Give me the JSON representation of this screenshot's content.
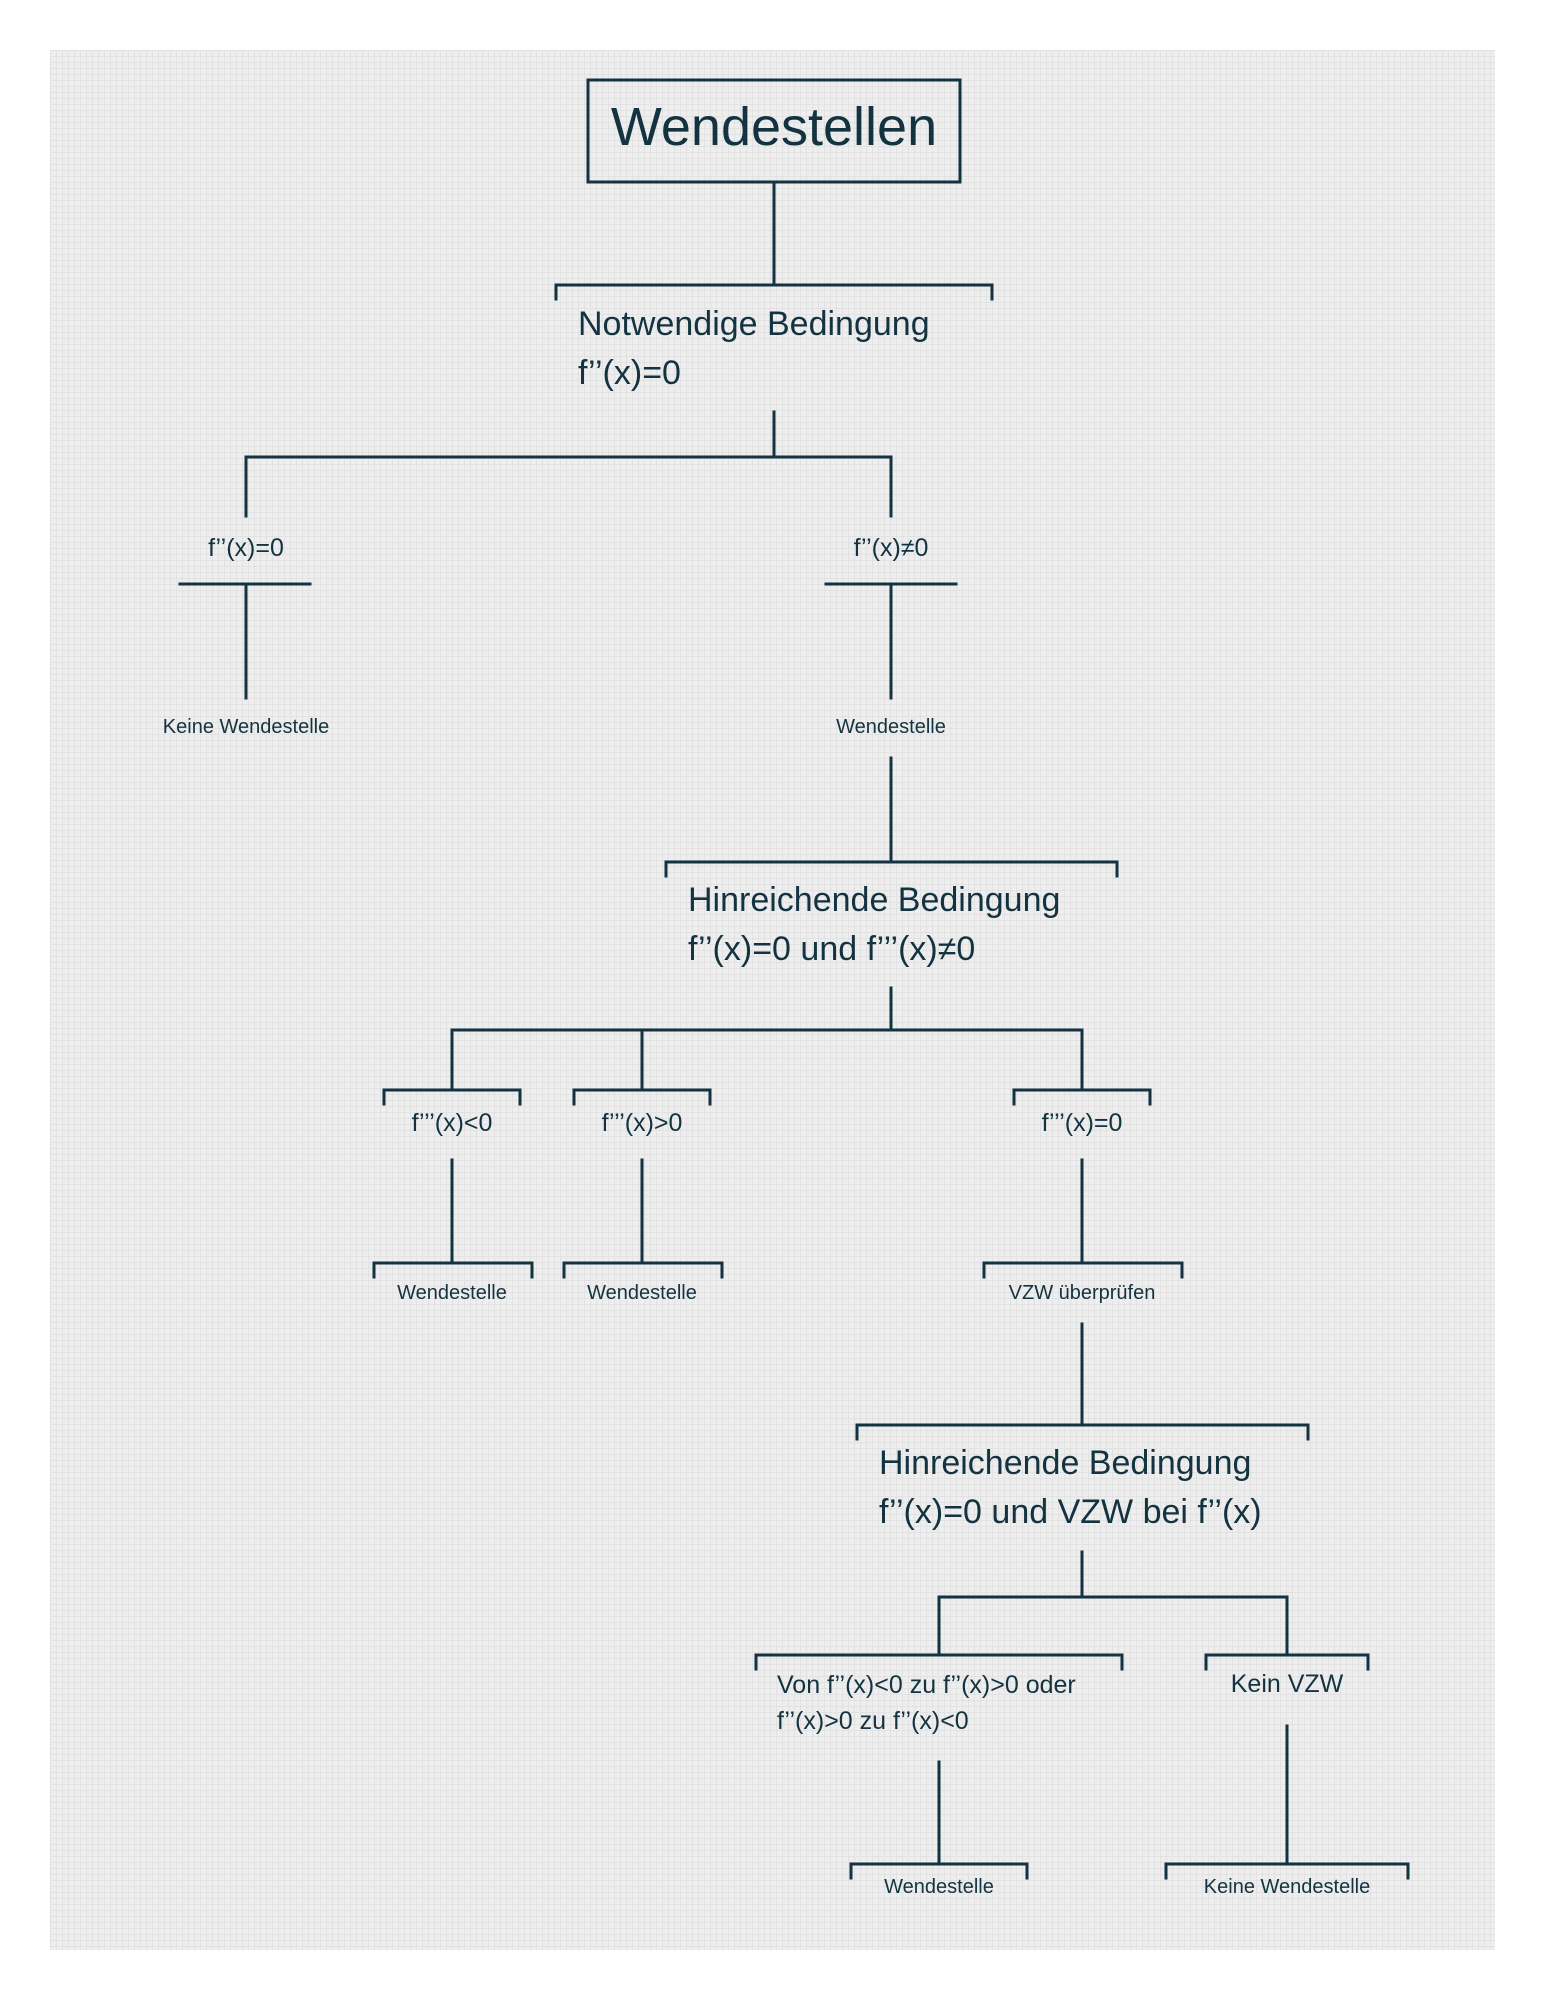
{
  "title": "Wendestellen",
  "notwendige": {
    "heading": "Notwendige Bedingung",
    "formula": "f’’(x)=0"
  },
  "level1": {
    "left": {
      "label": "f’’(x)=0",
      "result": "Keine Wendestelle"
    },
    "right": {
      "label": "f’’(x)≠0",
      "result": "Wendestelle"
    }
  },
  "hinreichend1": {
    "heading": "Hinreichende Bedingung",
    "formula": "f’’(x)=0 und f’’’(x)≠0"
  },
  "level2": {
    "a": {
      "label": "f’’’(x)<0",
      "result": "Wendestelle"
    },
    "b": {
      "label": "f’’’(x)>0",
      "result": "Wendestelle"
    },
    "c": {
      "label": "f’’’(x)=0",
      "result": "VZW überprüfen"
    }
  },
  "hinreichend2": {
    "heading": "Hinreichende Bedingung",
    "formula": "f’’(x)=0 und VZW bei f’’(x)"
  },
  "level3": {
    "left": {
      "line1": "Von f’’(x)<0 zu f’’(x)>0 oder",
      "line2": "f’’(x)>0 zu f’’(x)<0",
      "result": "Wendestelle"
    },
    "right": {
      "label": "Kein VZW",
      "result": "Keine Wendestelle"
    }
  }
}
